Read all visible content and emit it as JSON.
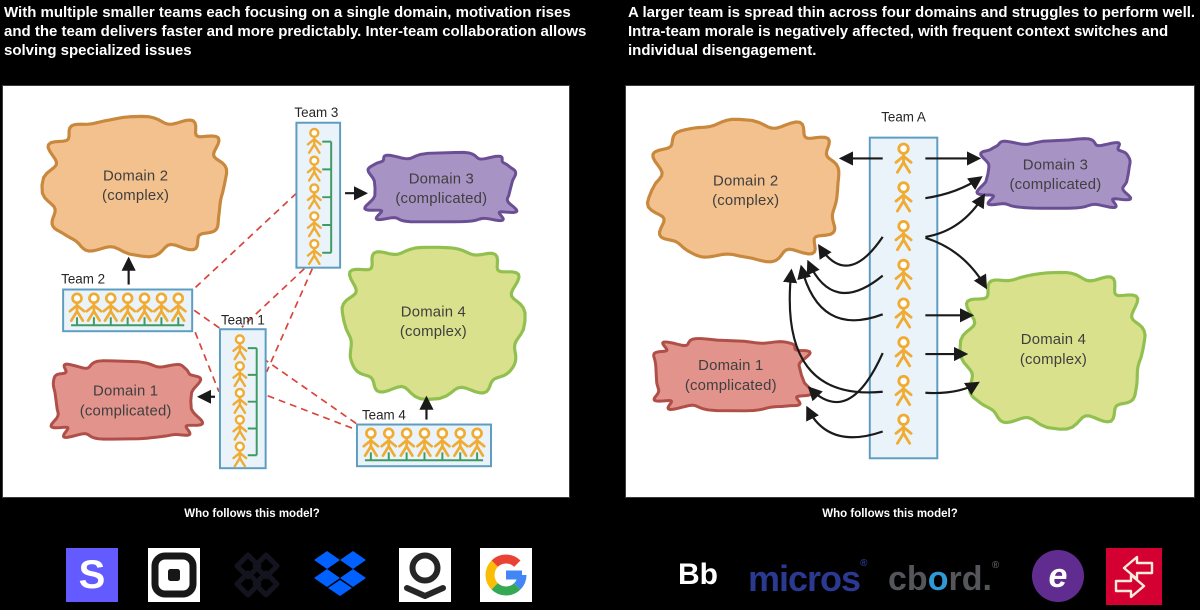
{
  "intro_left": [
    "With multiple smaller teams each focusing on a single domain, motivation rises",
    "and the team delivers faster and more predictably. Inter-team collaboration allows",
    "solving specialized issues"
  ],
  "intro_right": [
    "A larger team is spread thin across four domains and struggles to perform well.",
    "Intra-team morale is negatively affected, with frequent context switches and",
    "individual disengagement."
  ],
  "who_question": "Who follows this model?",
  "domains": {
    "d1": {
      "name": "Domain 1",
      "qualifier": "(complicated)"
    },
    "d2": {
      "name": "Domain 2",
      "qualifier": "(complex)"
    },
    "d3": {
      "name": "Domain 3",
      "qualifier": "(complicated)"
    },
    "d4": {
      "name": "Domain 4",
      "qualifier": "(complex)"
    }
  },
  "teams": {
    "t1": "Team 1",
    "t2": "Team 2",
    "t3": "Team 3",
    "t4": "Team 4",
    "ta": "Team A"
  },
  "logos_left": {
    "stripe_letter": "S"
  },
  "logos_right": {
    "blackboard_letters": "Bb",
    "micros_text": "micros",
    "cbord_pre": "cb",
    "cbord_o": "o",
    "cbord_post": "rd.",
    "ellucian_letter": "e",
    "registered_mark": "®"
  },
  "colors": {
    "background": "#000000",
    "panel_bg": "#ffffff",
    "panel_border": "#3c3c3c",
    "figure_orange": "#f0ab33",
    "team_box_fill": "#e9f3f9",
    "team_box_border": "#5e9dc2",
    "bracket_green": "#3f9b66",
    "collab_dashed_red": "#d9453c",
    "arrow_black": "#1a1a1a",
    "domain1_fill": "#e2938c",
    "domain1_stroke": "#b04f47",
    "domain2_fill": "#f3c18d",
    "domain2_stroke": "#c8893e",
    "domain3_fill": "#a893c5",
    "domain3_stroke": "#6b4f94",
    "domain4_fill": "#d9e18c",
    "domain4_stroke": "#92c050",
    "stripe_blue": "#635bff",
    "dropbox_blue": "#0061ff",
    "micros_blue": "#2b3990",
    "cbord_gray": "#54565a",
    "cbord_o_blue": "#2e9bd6",
    "ellucian_purple": "#612c8f",
    "transact_red": "#d50032"
  }
}
